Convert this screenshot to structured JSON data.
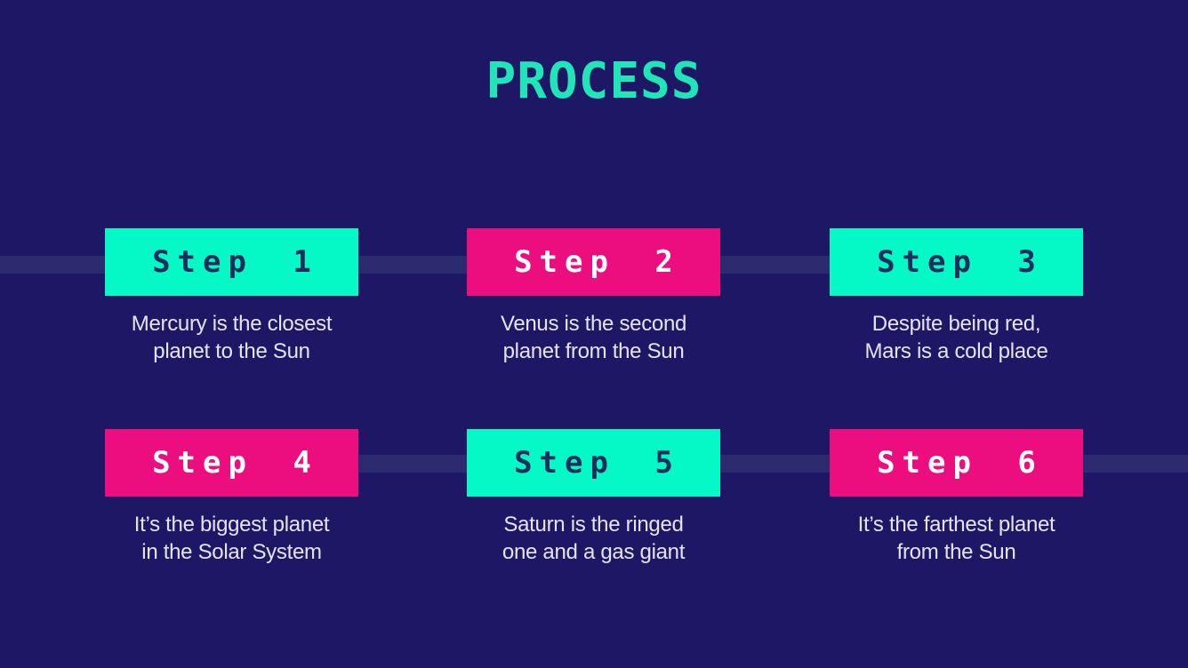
{
  "slide": {
    "title": "PROCESS"
  },
  "colors": {
    "background": "#1E1765",
    "band": "#2C2B6F",
    "teal": "#05F9C6",
    "pink": "#EC0E7E",
    "title-teal": "#1FE5B8",
    "dark-navy-text": "#1B2E5C",
    "body-text": "#E6E3F6",
    "white-text": "#FFFFFF"
  },
  "steps": [
    {
      "label": "Step 1",
      "variant": "teal",
      "description_line1": "Mercury is the closest",
      "description_line2": "planet to the Sun"
    },
    {
      "label": "Step 2",
      "variant": "pink",
      "description_line1": "Venus is the second",
      "description_line2": "planet from the Sun"
    },
    {
      "label": "Step 3",
      "variant": "teal",
      "description_line1": "Despite being red,",
      "description_line2": "Mars is a cold place"
    },
    {
      "label": "Step 4",
      "variant": "pink",
      "description_line1": "It’s the biggest planet",
      "description_line2": "in the Solar System"
    },
    {
      "label": "Step 5",
      "variant": "teal",
      "description_line1": "Saturn is the ringed",
      "description_line2": "one and a gas giant"
    },
    {
      "label": "Step 6",
      "variant": "pink",
      "description_line1": "It’s the farthest planet",
      "description_line2": "from the Sun"
    }
  ]
}
